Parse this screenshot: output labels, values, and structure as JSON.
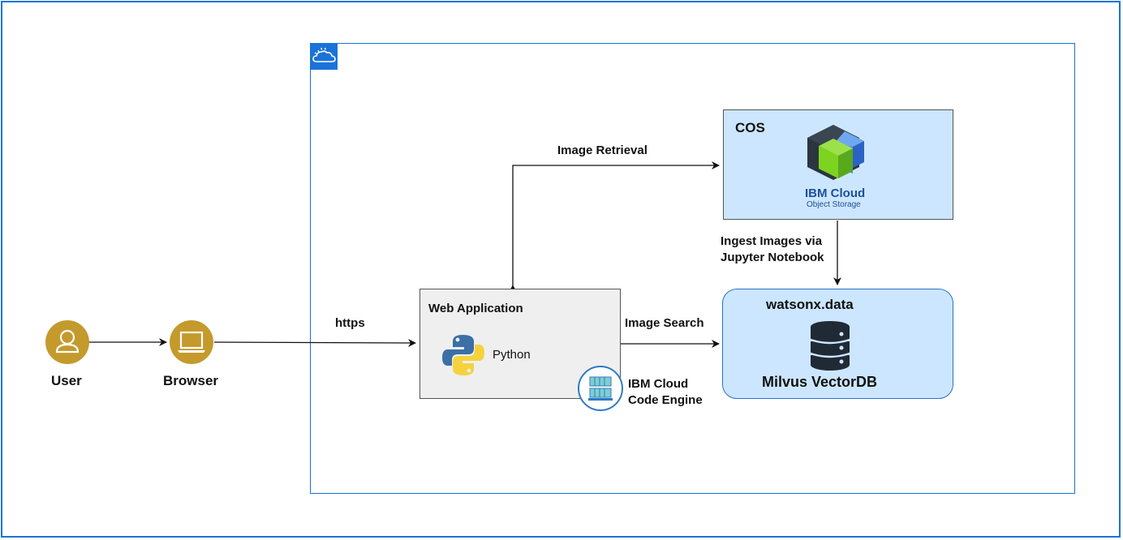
{
  "actors": {
    "user": {
      "label": "User",
      "icon": "user-icon"
    },
    "browser": {
      "label": "Browser",
      "icon": "laptop-icon"
    }
  },
  "cloud": {
    "icon": "ibm-cloud-icon"
  },
  "webapp": {
    "title": "Web Application",
    "runtime_label": "Python",
    "runtime_icon": "python-icon",
    "platform_line1": "IBM Cloud",
    "platform_line2": "Code Engine",
    "platform_icon": "code-engine-icon"
  },
  "cos": {
    "title": "COS",
    "product_line1": "IBM Cloud",
    "product_line2": "Object Storage",
    "icon": "object-storage-icon"
  },
  "watsonx": {
    "title": "watsonx.data",
    "db_label": "Milvus VectorDB",
    "icon": "database-icon"
  },
  "edges": {
    "https": "https",
    "image_retrieval": "Image Retrieval",
    "image_search": "Image Search",
    "ingest_line1": "Ingest Images via",
    "ingest_line2": "Jupyter Notebook"
  },
  "colors": {
    "frame_blue": "#1a73d9",
    "actor_gold": "#c49a2c",
    "service_fill": "#cce6ff",
    "webapp_fill": "#efefef"
  }
}
